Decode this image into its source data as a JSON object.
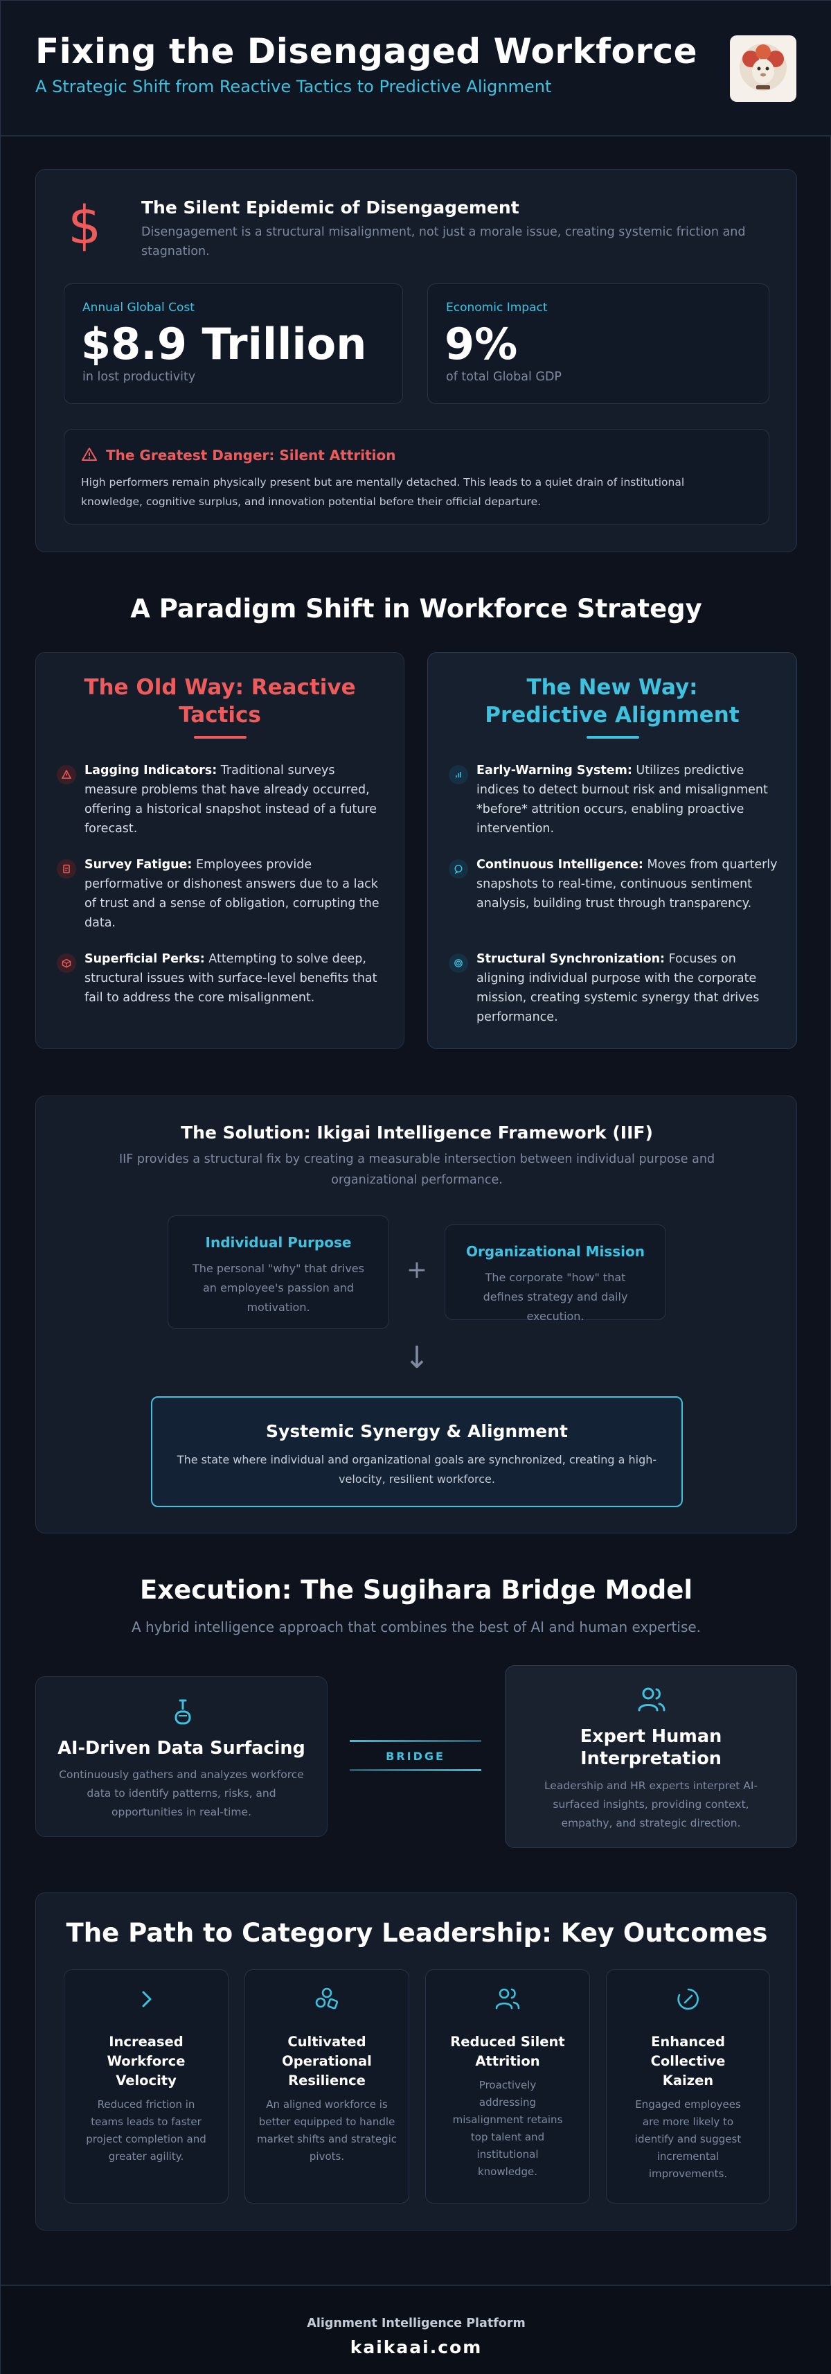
{
  "header": {
    "title": "Fixing the Disengaged Workforce",
    "subtitle": "A Strategic Shift from Reactive Tactics to Predictive Alignment"
  },
  "epidemic": {
    "title": "The Silent Epidemic of Disengagement",
    "description": "Disengagement is a structural misalignment, not just a morale issue, creating systemic friction and stagnation.",
    "stats": [
      {
        "label": "Annual Global Cost",
        "value": "$8.9 Trillion",
        "caption": "in lost productivity"
      },
      {
        "label": "Economic Impact",
        "value": "9%",
        "caption": "of total Global GDP"
      }
    ],
    "danger": {
      "title": "The Greatest Danger: Silent Attrition",
      "text": "High performers remain physically present but are mentally detached. This leads to a quiet drain of institutional knowledge, cognitive surplus, and innovation potential before their official departure."
    }
  },
  "paradigm": {
    "title": "A Paradigm Shift in Workforce Strategy",
    "old": {
      "title": "The Old Way: Reactive Tactics",
      "items": [
        {
          "term": "Lagging Indicators:",
          "text": "Traditional surveys measure problems that have already occurred, offering a historical snapshot instead of a future forecast."
        },
        {
          "term": "Survey Fatigue:",
          "text": "Employees provide performative or dishonest answers due to a lack of trust and a sense of obligation, corrupting the data."
        },
        {
          "term": "Superficial Perks:",
          "text": "Attempting to solve deep, structural issues with surface-level benefits that fail to address the core misalignment."
        }
      ]
    },
    "new": {
      "title": "The New Way: Predictive Alignment",
      "items": [
        {
          "term": "Early-Warning System:",
          "text": "Utilizes predictive indices to detect burnout risk and misalignment *before* attrition occurs, enabling proactive intervention."
        },
        {
          "term": "Continuous Intelligence:",
          "text": "Moves from quarterly snapshots to real-time, continuous sentiment analysis, building trust through transparency."
        },
        {
          "term": "Structural Synchronization:",
          "text": "Focuses on aligning individual purpose with the corporate mission, creating systemic synergy that drives performance."
        }
      ]
    }
  },
  "solution": {
    "title": "The Solution: Ikigai Intelligence Framework (IIF)",
    "description": "IIF provides a structural fix by creating a measurable intersection between individual purpose and organizational performance.",
    "left": {
      "title": "Individual Purpose",
      "text": "The personal \"why\" that drives an employee's passion and motivation."
    },
    "plus": "+",
    "right": {
      "title": "Organizational Mission",
      "text": "The corporate \"how\" that defines strategy and daily execution."
    },
    "arrow": "↓",
    "result": {
      "title": "Systemic Synergy & Alignment",
      "text": "The state where individual and organizational goals are synchronized, creating a high-velocity, resilient workforce."
    }
  },
  "execution": {
    "title": "Execution: The Sugihara Bridge Model",
    "subtitle": "A hybrid intelligence approach that combines the best of AI and human expertise.",
    "left": {
      "title": "AI-Driven Data Surfacing",
      "text": "Continuously gathers and analyzes workforce data to identify patterns, risks, and opportunities in real-time."
    },
    "bridge_label": "BRIDGE",
    "right": {
      "title": "Expert Human Interpretation",
      "text": "Leadership and HR experts interpret AI-surfaced insights, providing context, empathy, and strategic direction."
    }
  },
  "outcomes": {
    "title": "The Path to Category Leadership: Key Outcomes",
    "items": [
      {
        "title": "Increased Workforce Velocity",
        "text": "Reduced friction in teams leads to faster project completion and greater agility."
      },
      {
        "title": "Cultivated Operational Resilience",
        "text": "An aligned workforce is better equipped to handle market shifts and strategic pivots."
      },
      {
        "title": "Reduced Silent Attrition",
        "text": "Proactively addressing misalignment retains top talent and institutional knowledge."
      },
      {
        "title": "Enhanced Collective Kaizen",
        "text": "Engaged employees are more likely to identify and suggest incremental improvements."
      }
    ]
  },
  "footer": {
    "platform": "Alignment Intelligence Platform",
    "site": "kaikaai.com"
  },
  "colors": {
    "accent": "#3fc1e0",
    "danger": "#ef5b5b",
    "background": "#0d121c"
  }
}
